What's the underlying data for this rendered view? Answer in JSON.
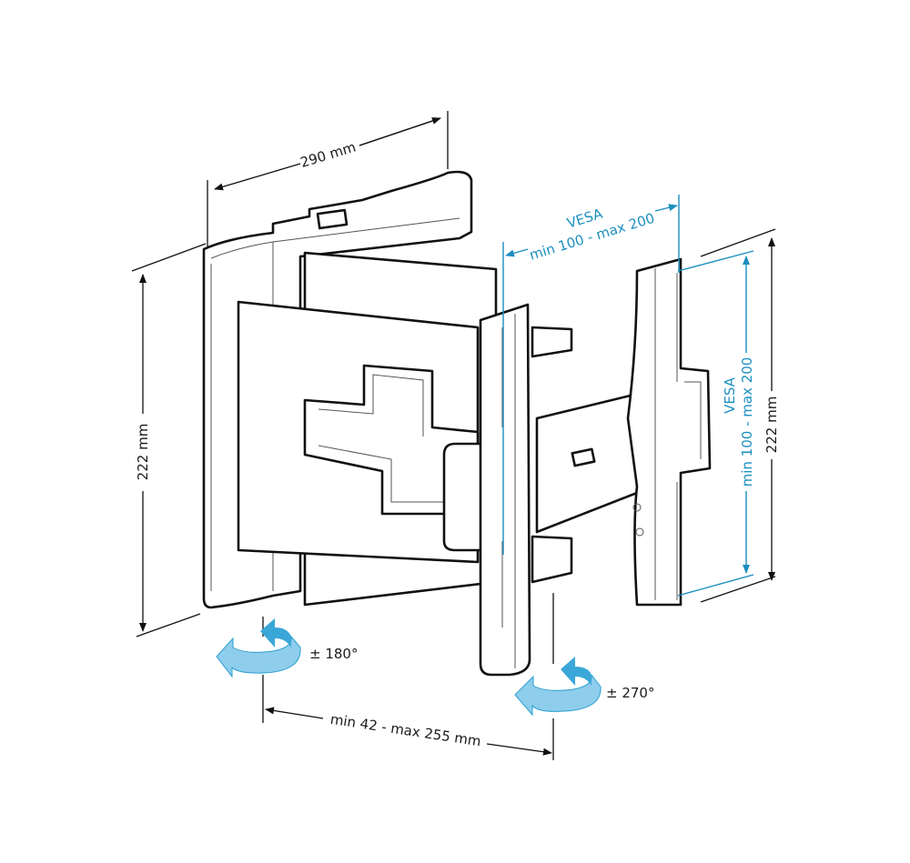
{
  "dimensions": {
    "width_label": "290 mm",
    "height_left_label": "222 mm",
    "height_right_label": "222 mm",
    "extension_label": "min 42 - max 255 mm"
  },
  "vesa_horizontal": {
    "title": "VESA",
    "range": "min 100 - max 200"
  },
  "vesa_vertical": {
    "title": "VESA",
    "range": "min 100 - max 200"
  },
  "rotation": {
    "wall_swivel": "± 180°",
    "tv_swivel": "± 270°"
  },
  "colors": {
    "dimension_line": "#111111",
    "vesa_accent": "#1b8fbf",
    "rotation_arrow": "#7cc4e6"
  }
}
